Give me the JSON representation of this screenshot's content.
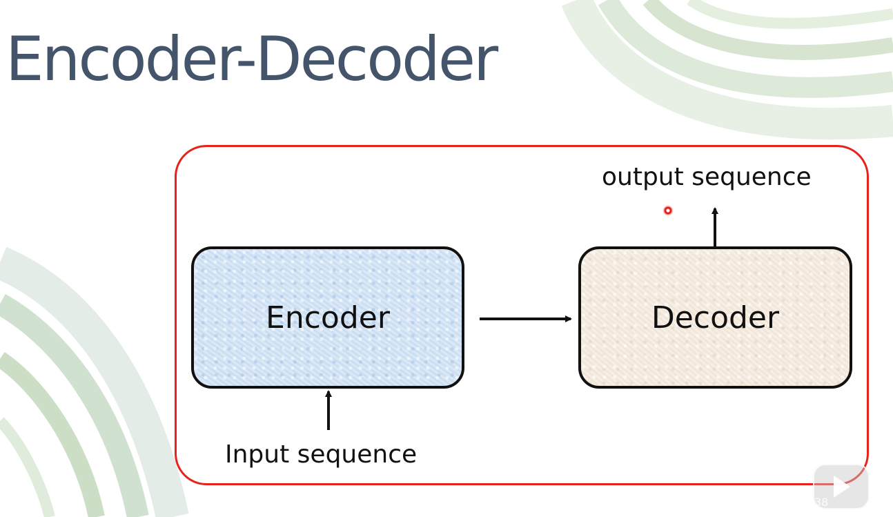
{
  "slide": {
    "title": "Encoder-Decoder",
    "page_number": "38"
  },
  "diagram": {
    "encoder_label": "Encoder",
    "decoder_label": "Decoder",
    "input_label": "Input sequence",
    "output_label": "output sequence"
  },
  "colors": {
    "title": "#44546a",
    "frame_border": "#e8211b",
    "encoder_fill": "#d3e3f4",
    "decoder_fill": "#f4ebe0",
    "decor_green": "#c6dcc0"
  },
  "icons": {
    "watermark": "video-platform-play-icon",
    "laser": "laser-pointer-dot"
  }
}
